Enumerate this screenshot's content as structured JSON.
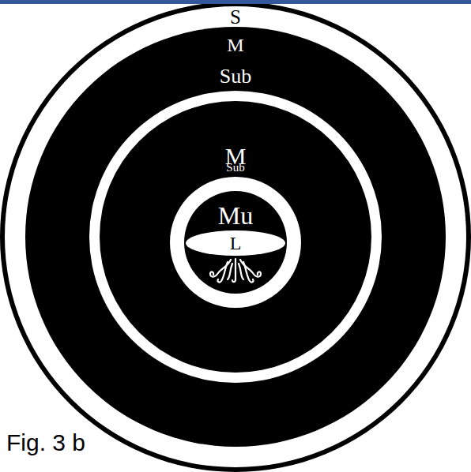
{
  "diagram": {
    "caption": "Fig. 3 b",
    "nodes": [
      {
        "text": [
          "S"
        ]
      },
      {
        "text": [
          "M",
          "Sub"
        ],
        "in": 0
      },
      {
        "text": [
          "M"
        ],
        "in": 1
      },
      {
        "text": [
          "Sub"
        ],
        "in": 2
      },
      {
        "text": [
          "Mu"
        ],
        "in": 3
      },
      {
        "text": [
          "L"
        ],
        "in": 4
      }
    ]
  }
}
